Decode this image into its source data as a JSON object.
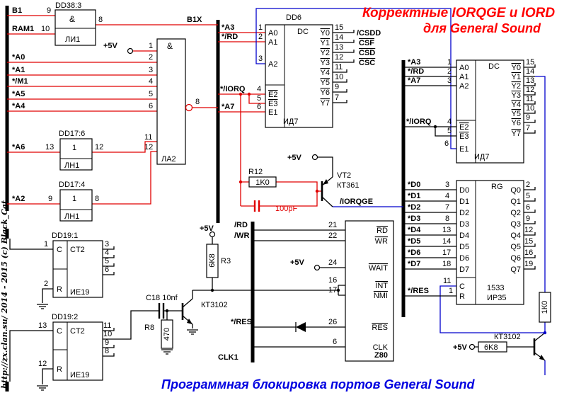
{
  "titles": {
    "line1": "Корректные IORQGE и IORD",
    "line2": "для General Sound",
    "bottom": "Программная блокировка портов General Sound",
    "watermark": "http://zx.clan.su/ 2014 - 2015 (c) Black_Cat"
  },
  "power": {
    "v5": "+5V"
  },
  "nets": {
    "b1": "B1",
    "ram1": "RAM1",
    "b1x": "B1X",
    "a0": "*A0",
    "a1": "*A1",
    "m1": "*/M1",
    "a5": "*A5",
    "a4": "*A4",
    "a6": "*A6",
    "a2": "*A2",
    "a3": "*A3",
    "rd": "*/RD",
    "iorq": "*/IORQ",
    "a7": "*A7",
    "iorqge": "/IORQGE",
    "d": [
      "*D0",
      "*D1",
      "*D2",
      "*D3",
      "*D4",
      "*D5",
      "*D6",
      "*D7"
    ],
    "res": "*/RES",
    "zrd": "/RD",
    "zwr": "/WR",
    "clk1": "CLK1"
  },
  "dd38": {
    "ref": "DD38:3",
    "func": "&",
    "chip": "ЛИ1",
    "pin_b1": "9",
    "pin_ram1": "10",
    "pin_out": "8"
  },
  "la2": {
    "func": "&",
    "chip": "ЛА2",
    "pins": [
      "1",
      "2",
      "3",
      "4",
      "5",
      "6"
    ],
    "pin11": "11",
    "pin12": "12",
    "pin_out": "8"
  },
  "dd17_6": {
    "ref": "DD17:6",
    "func": "1",
    "chip": "ЛН1",
    "pin_in": "13",
    "pin_out": "12"
  },
  "dd17_4": {
    "ref": "DD17:4",
    "func": "1",
    "chip": "ЛН1",
    "pin_in": "9",
    "pin_out": "8"
  },
  "dd19_1": {
    "ref": "DD19:1",
    "func": "CT2",
    "chip": "ИЕ19",
    "c": "C",
    "r": "R",
    "pin_c": "1",
    "pin_r": "2",
    "out_pins": [
      "3",
      "4",
      "5",
      "6"
    ]
  },
  "dd19_2": {
    "ref": "DD19:2",
    "func": "CT2",
    "chip": "ИЕ19",
    "c": "C",
    "r": "R",
    "pin_c": "13",
    "pin_r": "12",
    "out_pins": [
      "11",
      "10",
      "9",
      "8"
    ]
  },
  "dd6": {
    "ref": "DD6",
    "func": "DC",
    "chip": "ИД7",
    "in_labels": [
      "A0",
      "A1",
      "A2",
      "E2",
      "E3",
      "E1"
    ],
    "in_pins": [
      "1",
      "2",
      "3",
      "4",
      "5",
      "6"
    ],
    "out_labels": [
      "Y0",
      "Y1",
      "Y2",
      "Y3",
      "Y4",
      "Y5",
      "Y6",
      "Y7"
    ],
    "out_pins": [
      "15",
      "14",
      "13",
      "12",
      "11",
      "10",
      "9",
      "7"
    ],
    "out_nets": [
      "/CSDD",
      "CSF",
      "CSD",
      "CSC"
    ]
  },
  "dec2": {
    "func": "DC",
    "chip": "ИД7",
    "in_labels": [
      "A0",
      "A1",
      "A2",
      "E2",
      "E3",
      "E1"
    ],
    "in_pins": [
      "1",
      "2",
      "3",
      "4",
      "5",
      "6"
    ],
    "out_labels": [
      "Y0",
      "Y1",
      "Y2",
      "Y3",
      "Y4",
      "Y5",
      "Y6",
      "Y7"
    ],
    "out_pins": [
      "15",
      "14",
      "13",
      "12",
      "11",
      "10",
      "9",
      "7"
    ]
  },
  "ir35": {
    "func": "RG",
    "chip": "1533",
    "chip2": "ИР35",
    "c": "C",
    "r": "R",
    "pin_c": "11",
    "pin_r": "1",
    "in_labels": [
      "D0",
      "D1",
      "D2",
      "D3",
      "D4",
      "D5",
      "D6",
      "D7"
    ],
    "in_pins": [
      "3",
      "4",
      "7",
      "8",
      "13",
      "14",
      "17",
      "18"
    ],
    "out_labels": [
      "Q0",
      "Q1",
      "Q2",
      "Q3",
      "Q4",
      "Q5",
      "Q6",
      "Q7"
    ],
    "out_pins": [
      "2",
      "5",
      "6",
      "9",
      "12",
      "15",
      "16",
      "19"
    ]
  },
  "z80": {
    "name": "Z80",
    "pin_labels": [
      "RD",
      "WR",
      "WAIT",
      "INT",
      "NMI",
      "RES",
      "CLK"
    ],
    "pin_nums": [
      "21",
      "22",
      "24",
      "16",
      "17",
      "26",
      "6"
    ]
  },
  "parts": {
    "r12_ref": "R12",
    "r12_val": "1K0",
    "cap100": "100pF",
    "vt2_ref": "VT2",
    "vt2_val": "КТ361",
    "r3_ref": "R3",
    "r3_val": "6K8",
    "q1": "КТ3102",
    "c18": "C18 10nf",
    "r8_ref": "R8",
    "r8_val": "470",
    "r6k8": "6K8",
    "q2": "КТ3102",
    "r1k0": "1К0"
  }
}
